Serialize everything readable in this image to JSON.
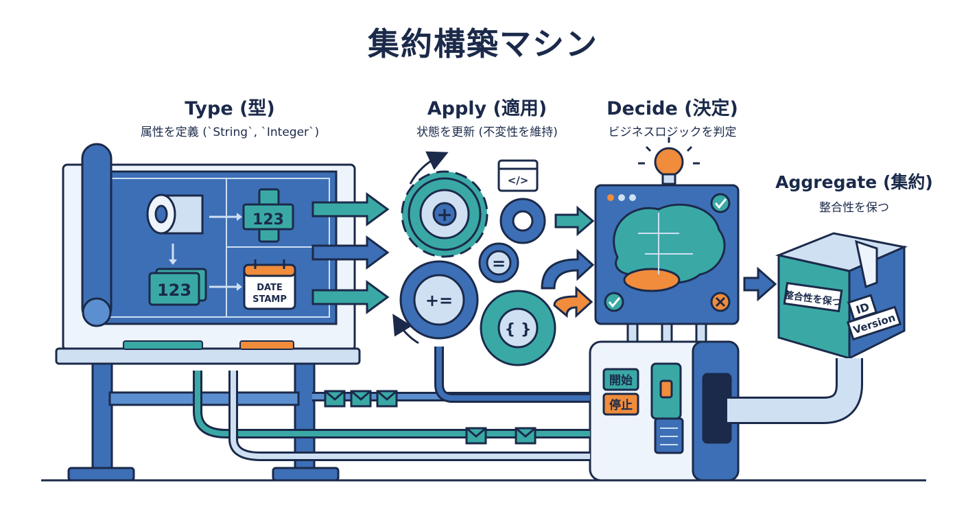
{
  "title": "集約構築マシン",
  "sections": {
    "type": {
      "heading": "Type (型)",
      "sub": "属性を定義 (`String`, `Integer`)"
    },
    "apply": {
      "heading": "Apply (適用)",
      "sub": "状態を更新 (不変性を維持)"
    },
    "decide": {
      "heading": "Decide (決定)",
      "sub": "ビジネスロジックを判定"
    },
    "aggregate": {
      "heading": "Aggregate (集約)",
      "sub": "整合性を保つ"
    }
  },
  "blueprint": {
    "num1": "123",
    "num2": "123",
    "stamp_line1": "DATE",
    "stamp_line2": "STAMP"
  },
  "gears": {
    "plus": "+",
    "equals": "=",
    "plus_equals": "+=",
    "braces": "{ }",
    "code_tag": "</>"
  },
  "controls": {
    "start": "開始",
    "stop": "停止"
  },
  "box": {
    "label": "整合性を保つ",
    "id": "ID",
    "version": "Version"
  },
  "colors": {
    "navy": "#1b2a4a",
    "blue": "#3d6fb6",
    "teal": "#3aa9a6",
    "orange": "#f08c3c",
    "light": "#cfe0f3"
  }
}
